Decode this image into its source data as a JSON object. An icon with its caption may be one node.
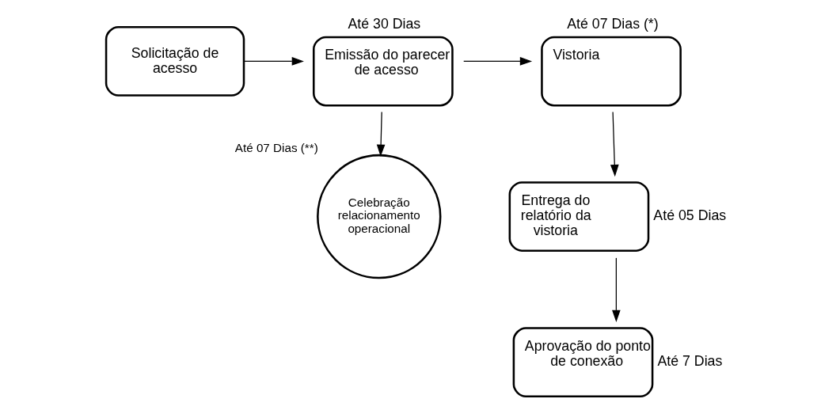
{
  "diagram": {
    "nodes": [
      {
        "text": [
          "Solicitação de acesso"
        ]
      },
      {
        "text": [
          "Emissão do parecer de acesso"
        ],
        "beside": [
          "Até 30 Dias"
        ]
      },
      {
        "text": [
          "Vistoria"
        ],
        "beside": [
          "Até 07 Dias (*)"
        ]
      },
      {
        "text": [
          "Celebração relacionamento operacional"
        ],
        "beside": [
          "Até 07 Dias (**)"
        ]
      },
      {
        "text": [
          "Entrega do relatório da vistoria"
        ],
        "beside": [
          "Até 05 Dias"
        ]
      },
      {
        "text": [
          "Aprovação do ponto de conexão"
        ],
        "beside": [
          "Até 7 Dias"
        ]
      }
    ],
    "edges": [
      {
        "from": 0,
        "to": 1,
        "arrow": "to"
      },
      {
        "from": 1,
        "to": 2,
        "arrow": "to"
      },
      {
        "from": 1,
        "to": 3,
        "arrow": "to"
      },
      {
        "from": 2,
        "to": 4,
        "arrow": "to"
      },
      {
        "from": 4,
        "to": 5,
        "arrow": "to"
      }
    ]
  }
}
